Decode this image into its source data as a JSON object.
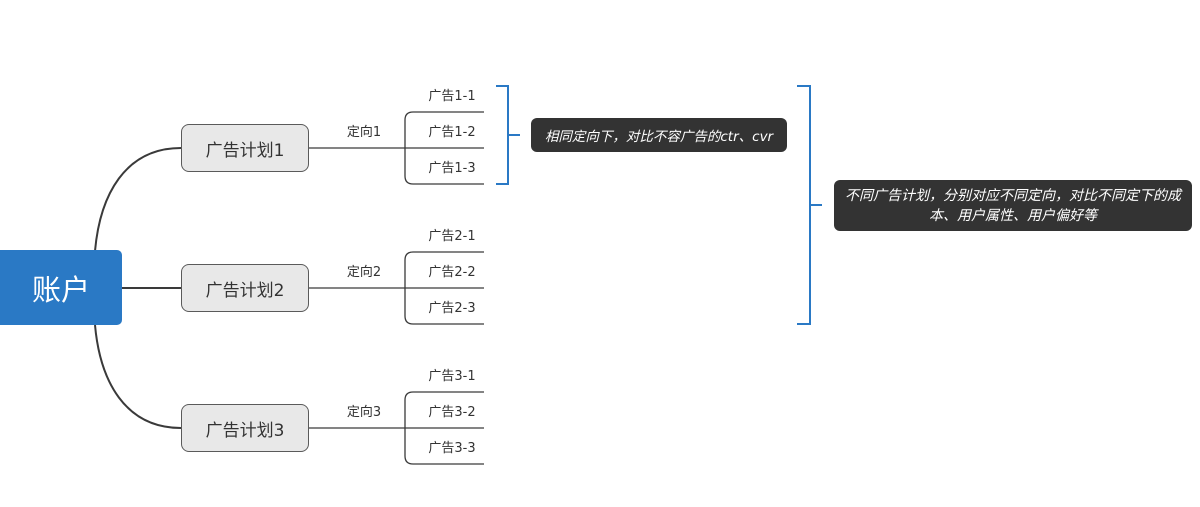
{
  "root": {
    "label": "账户"
  },
  "plans": [
    {
      "label": "广告计划1",
      "targeting": "定向1",
      "ads": [
        "广告1-1",
        "广告1-2",
        "广告1-3"
      ]
    },
    {
      "label": "广告计划2",
      "targeting": "定向2",
      "ads": [
        "广告2-1",
        "广告2-2",
        "广告2-3"
      ]
    },
    {
      "label": "广告计划3",
      "targeting": "定向3",
      "ads": [
        "广告3-1",
        "广告3-2",
        "广告3-3"
      ]
    }
  ],
  "notes": [
    {
      "text": "相同定向下，对比不容广告的ctr、cvr"
    },
    {
      "text": "不同广告计划，分别对应不同定向，对比不同定下的成本、用户属性、用户偏好等"
    }
  ],
  "colors": {
    "root": "#2a79c5",
    "bracket": "#2a79c5",
    "connector": "#3a3a3a",
    "plan_bg": "#e8e8e8",
    "note_bg": "#333333"
  }
}
